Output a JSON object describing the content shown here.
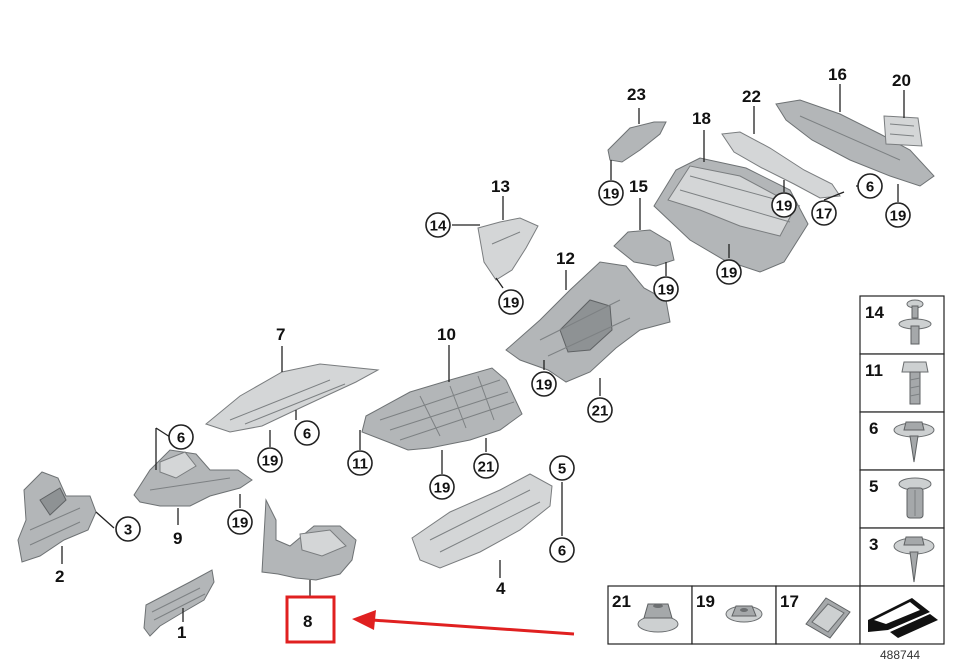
{
  "callouts": {
    "c1": "1",
    "c2": "2",
    "c3": "3",
    "c4": "4",
    "c5": "5",
    "c6a": "6",
    "c6b": "6",
    "c6c": "6",
    "c6d": "6",
    "c7": "7",
    "c8": "8",
    "c9": "9",
    "c10": "10",
    "c11": "11",
    "c12": "12",
    "c13": "13",
    "c14": "14",
    "c15": "15",
    "c16": "16",
    "c17": "17",
    "c18": "18",
    "c19a": "19",
    "c19b": "19",
    "c19c": "19",
    "c19d": "19",
    "c19e": "19",
    "c19f": "19",
    "c19g": "19",
    "c19h": "19",
    "c19i": "19",
    "c19j": "19",
    "c20": "20",
    "c21a": "21",
    "c21b": "21",
    "c22": "22",
    "c23": "23"
  },
  "legend": {
    "right": [
      "14",
      "11",
      "6",
      "5",
      "3"
    ],
    "bottom": [
      "21",
      "19",
      "17"
    ]
  },
  "diagram_number": "488744",
  "highlight": {
    "label": "8",
    "color": "#e02020"
  }
}
